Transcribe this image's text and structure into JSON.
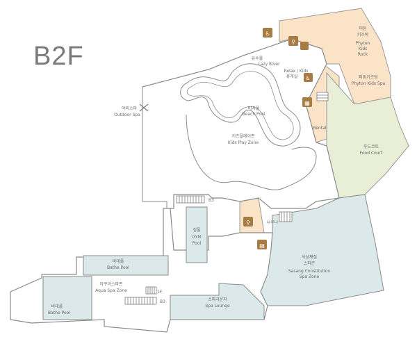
{
  "floor": {
    "label": "B2F"
  },
  "rooms": {
    "lazy_river": {
      "ko": "유수풀",
      "en": "Lazy River"
    },
    "relax_kids": {
      "en": "Relax / Kids",
      "ko": "휴게실"
    },
    "outdoor_spa": {
      "ko": "야외스파",
      "en": "Outdoor Spa"
    },
    "beach_pool": {
      "ko": "비치풀",
      "en": "Beach Pool"
    },
    "kids_play_zone": {
      "ko": "키즈플레이존",
      "en": "Kids Play Zone"
    },
    "phyton_kids_rock": {
      "ko1": "피톤",
      "ko2": "키즈락",
      "en1": "Phyton",
      "en2": "Kids",
      "en3": "Rock"
    },
    "phyton_kids_spa": {
      "ko": "피톤키즈탕",
      "en": "Phyton Kids Spa"
    },
    "food_court": {
      "ko": "푸드코트",
      "en": "Food Court"
    },
    "rental": {
      "en": "Rental"
    },
    "gym_pool": {
      "ko": "짐풀",
      "en1": "GYM",
      "en2": "Pool"
    },
    "sauna": {
      "ko": "사우나"
    },
    "sasang_spa": {
      "ko1": "사상체질",
      "ko2": "스파존",
      "en1": "Sasang Constitution",
      "en2": "Spa Zone"
    },
    "bathe_pool_upper": {
      "ko": "바데풀",
      "en": "Bathe Pool"
    },
    "aqua_spa": {
      "ko": "아쿠아스파존",
      "en": "Aqua Spa Zone"
    },
    "bathe_pool_lower": {
      "ko": "바데풀",
      "en": "Bathe Pool"
    },
    "spa_lounge": {
      "ko": "스파라운지",
      "en": "Spa Lounge"
    }
  },
  "stair_markers": {
    "b3_upper": "B3",
    "f1": "1F",
    "b3_lower": "B3"
  },
  "colors": {
    "orange_zone": "#fbe3c7",
    "green_zone": "#e8efd6",
    "teal_zone": "#dbe9ea",
    "wall": "#8a8a8a",
    "icon_fill": "#a67c44"
  },
  "icons": [
    "restroom-icon",
    "restroom-icon",
    "restroom-icon",
    "vending-icon",
    "wheelchair-icon",
    "locker-icon",
    "elevator-icon",
    "elevator-icon",
    "elevator-icon",
    "spa-icon"
  ]
}
